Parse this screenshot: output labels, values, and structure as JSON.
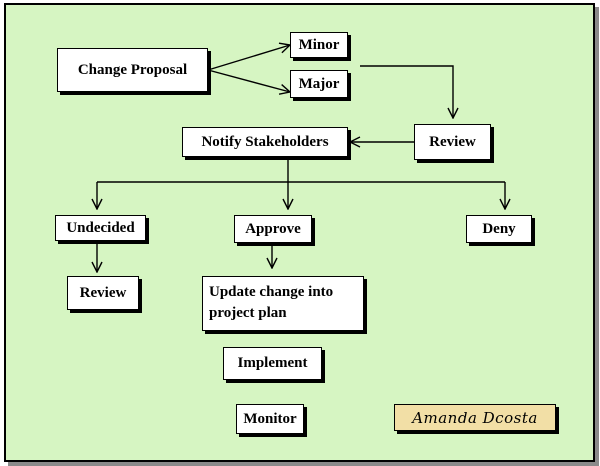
{
  "colors": {
    "background": "#d6f5c2",
    "signature_fill": "#f2dfa6",
    "box_fill": "#ffffff",
    "line": "#000000"
  },
  "nodes": {
    "change_proposal": "Change Proposal",
    "minor": "Minor",
    "major": "Major",
    "review_top": "Review",
    "notify_stakeholders": "Notify Stakeholders",
    "undecided": "Undecided",
    "approve": "Approve",
    "deny": "Deny",
    "review_bottom": "Review",
    "update_change": "Update change into project plan",
    "implement": "Implement",
    "monitor": "Monitor"
  },
  "signature": "Amanda Dcosta"
}
